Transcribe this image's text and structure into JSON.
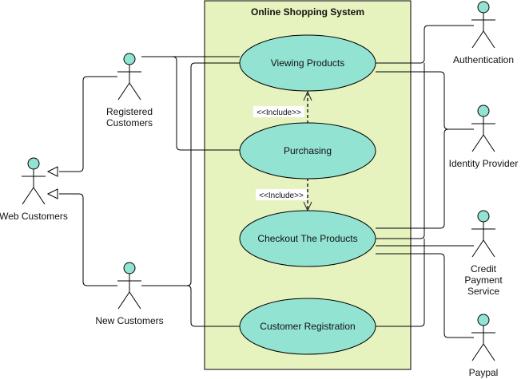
{
  "diagram": {
    "type": "use-case",
    "system": {
      "title": "Online Shopping System",
      "fill": "#E6F3BE"
    },
    "use_cases": [
      {
        "id": "viewing",
        "label": "Viewing Products"
      },
      {
        "id": "purchasing",
        "label": "Purchasing"
      },
      {
        "id": "checkout",
        "label": "Checkout The Products"
      },
      {
        "id": "registration",
        "label": "Customer Registration"
      }
    ],
    "actors": [
      {
        "id": "web",
        "label": [
          "Web Customers"
        ]
      },
      {
        "id": "registered",
        "label": [
          "Registered",
          "Customers"
        ]
      },
      {
        "id": "new",
        "label": [
          "New Customers"
        ]
      },
      {
        "id": "auth",
        "label": [
          "Authentication"
        ]
      },
      {
        "id": "idp",
        "label": [
          "Identity Provider"
        ]
      },
      {
        "id": "credit",
        "label": [
          "Credit",
          "Payment",
          "Service"
        ]
      },
      {
        "id": "paypal",
        "label": [
          "Paypal"
        ]
      }
    ],
    "includes": [
      {
        "from": "purchasing",
        "to": "viewing",
        "label": "<<Include>>"
      },
      {
        "from": "purchasing",
        "to": "checkout",
        "label": "<<Include>>"
      }
    ],
    "generalizations": [
      {
        "child": "registered",
        "parent": "web"
      },
      {
        "child": "new",
        "parent": "web"
      }
    ],
    "associations": [
      {
        "actor": "registered",
        "use_case": "viewing"
      },
      {
        "actor": "registered",
        "use_case": "purchasing"
      },
      {
        "actor": "new",
        "use_case": "viewing"
      },
      {
        "actor": "new",
        "use_case": "registration"
      },
      {
        "actor": "auth",
        "use_case": "viewing"
      },
      {
        "actor": "auth",
        "use_case": "checkout"
      },
      {
        "actor": "auth",
        "use_case": "registration"
      },
      {
        "actor": "idp",
        "use_case": "viewing"
      },
      {
        "actor": "idp",
        "use_case": "checkout"
      },
      {
        "actor": "credit",
        "use_case": "checkout"
      },
      {
        "actor": "paypal",
        "use_case": "checkout"
      }
    ],
    "colors": {
      "use_case_fill": "#93E3D2",
      "actor_head": "#93E3D2",
      "line": "#000000"
    }
  }
}
